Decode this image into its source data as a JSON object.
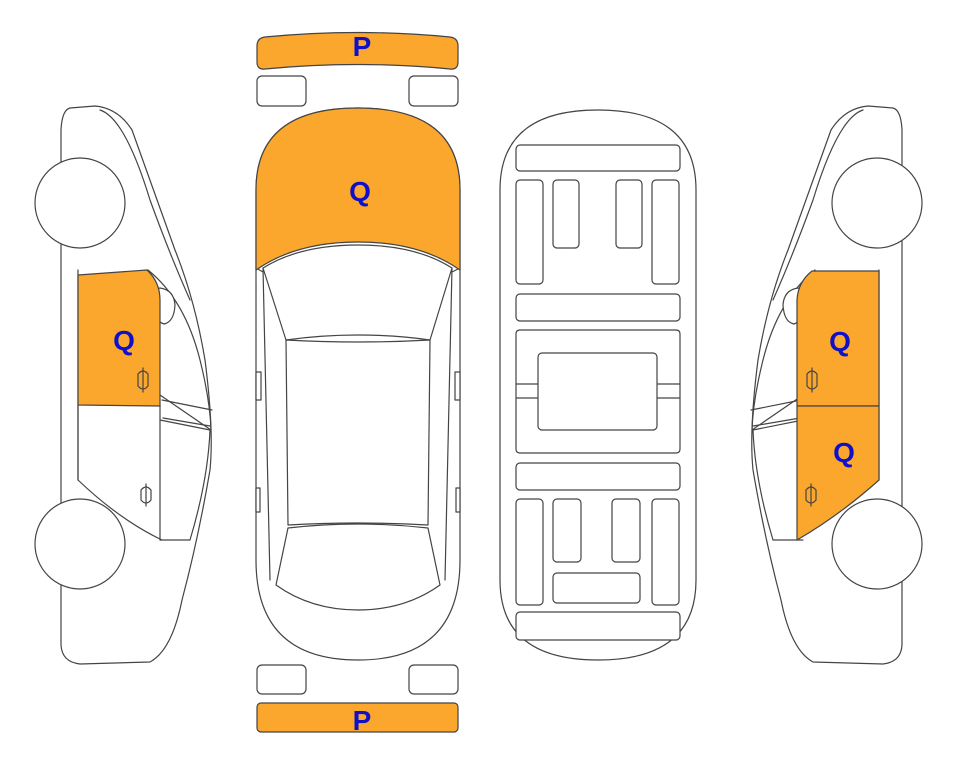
{
  "legend_colors": {
    "damage_fill": "#FBA72D",
    "code_text": "#1010C8",
    "outline": "#444444",
    "background": "#FFFFFF"
  },
  "views": [
    "left-side",
    "top",
    "underside",
    "right-side"
  ],
  "damage_marks": [
    {
      "id": "front-bumper",
      "view": "top",
      "code": "P"
    },
    {
      "id": "hood",
      "view": "top",
      "code": "Q"
    },
    {
      "id": "left-front-door",
      "view": "left-side",
      "code": "Q"
    },
    {
      "id": "right-front-door",
      "view": "right-side",
      "code": "Q"
    },
    {
      "id": "right-rear-door",
      "view": "right-side",
      "code": "Q"
    },
    {
      "id": "rear-bumper",
      "view": "top",
      "code": "P"
    }
  ]
}
